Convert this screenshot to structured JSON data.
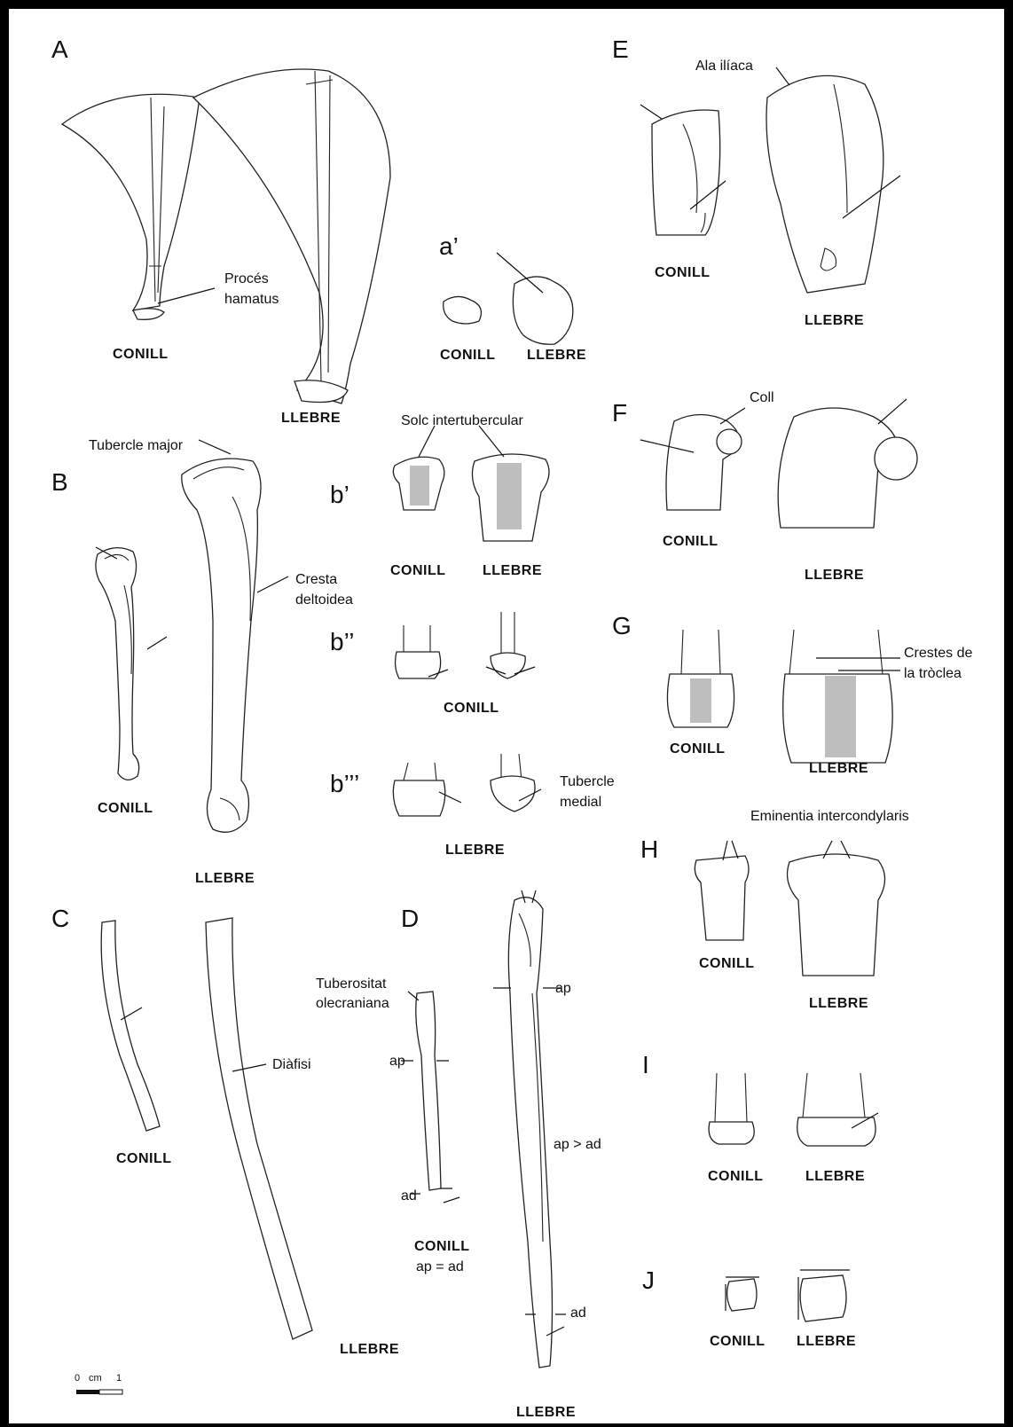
{
  "panels": {
    "A": "A",
    "B": "B",
    "C": "C",
    "D": "D",
    "E": "E",
    "F": "F",
    "G": "G",
    "H": "H",
    "I": "I",
    "J": "J",
    "a1": "a’",
    "b1": "b’",
    "b2": "b’’",
    "b3": "b’’’"
  },
  "species": {
    "rabbit": "CONILL",
    "hare": "LLEBRE"
  },
  "annotations": {
    "proces_hamatus": [
      "Procés",
      "hamatus"
    ],
    "tubercle_major": "Tubercle major",
    "cresta_deltoidea": [
      "Cresta",
      "deltoidea"
    ],
    "solc_intertubercular": "Solc intertubercular",
    "tubercle_medial": [
      "Tubercle",
      "medial"
    ],
    "diafisi": "Diàfisi",
    "tuberositat_olecraniana": [
      "Tuberositat",
      "olecraniana"
    ],
    "ap": "ap",
    "ad": "ad",
    "ap_gt_ad": "ap > ad",
    "ap_eq_ad": "ap = ad",
    "ala_iliaca": "Ala ilíaca",
    "coll": "Coll",
    "crestes_troclea": [
      "Crestes de",
      "la tròclea"
    ],
    "eminentia": "Eminentia intercondylaris"
  },
  "scale_bar": {
    "left": "0",
    "unit": "cm",
    "right": "1"
  }
}
